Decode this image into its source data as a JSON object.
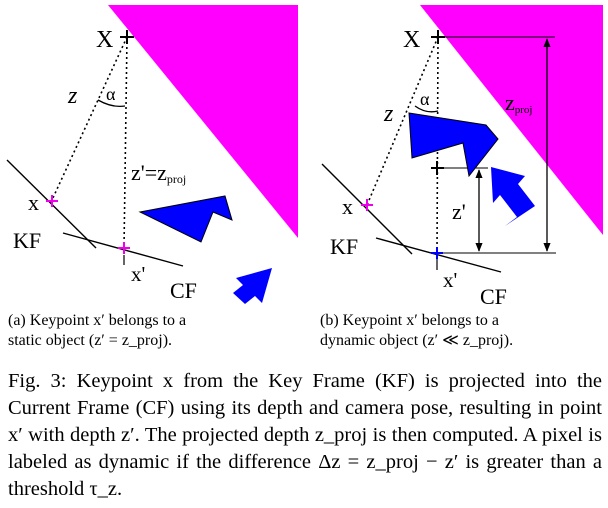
{
  "panel_a": {
    "label_X": "X",
    "label_z": "z",
    "label_alpha": "α",
    "label_zeq": "z'=z",
    "label_zeq_sub": "proj",
    "label_x": "x",
    "label_KF": "KF",
    "label_xp": "x'",
    "label_CF": "CF"
  },
  "panel_b": {
    "label_X": "X",
    "label_z": "z",
    "label_alpha": "α",
    "label_zproj": "z",
    "label_zproj_sub": "proj",
    "label_zp": "z'",
    "label_x": "x",
    "label_KF": "KF",
    "label_xp": "x'",
    "label_CF": "CF"
  },
  "subcaption_a": {
    "line1": "(a)  Keypoint x′ belongs to a",
    "line2": "static object (z′ = z_proj)."
  },
  "subcaption_b": {
    "line1": "(b)  Keypoint x′ belongs to a",
    "line2": "dynamic object (z′ ≪ z_proj)."
  },
  "caption": {
    "text": "Fig. 3:  Keypoint x from the Key Frame (KF) is projected into the Current Frame (CF) using its depth and camera pose, resulting in point x′ with depth z′. The projected depth z_proj is then computed. A pixel is labeled as dynamic if the difference Δz = z_proj − z′ is greater than a threshold τ_z."
  },
  "colors": {
    "magenta": "#ff00ff",
    "blue": "#0000ff",
    "marker_magenta": "#ee00ee",
    "marker_blue": "#0000ff"
  }
}
